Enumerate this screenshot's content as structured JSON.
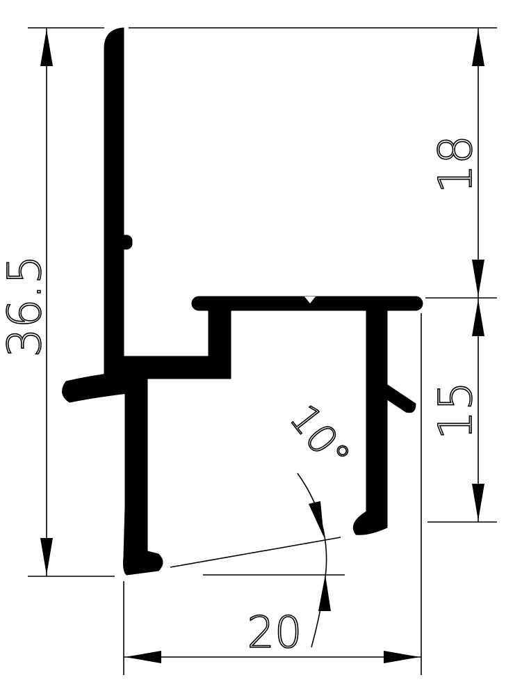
{
  "dimensions": {
    "overall_height": "36.5",
    "upper_height": "18",
    "lower_height": "15",
    "bottom_width": "20",
    "angle": "10°"
  },
  "colors": {
    "profile": "#000000",
    "dimension_lines": "#000000",
    "background": "#ffffff"
  }
}
